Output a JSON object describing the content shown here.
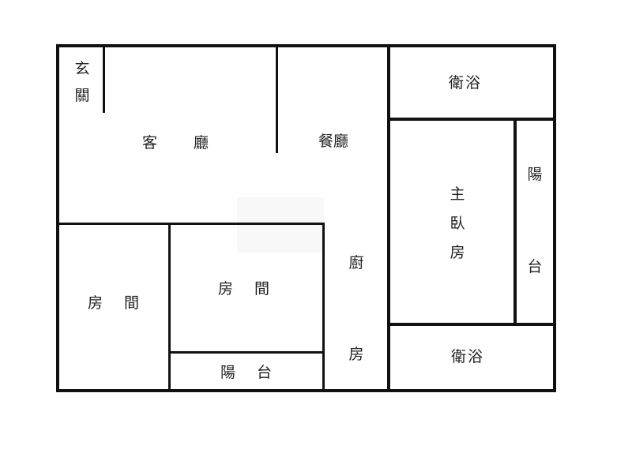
{
  "floor_plan": {
    "rooms": {
      "entrance": {
        "char1": "玄",
        "char2": "關"
      },
      "living_room": {
        "char1": "客",
        "char2": "廳"
      },
      "dining_room": {
        "label": "餐廳"
      },
      "bathroom_top": {
        "label": "衛浴"
      },
      "master_bedroom": {
        "char1": "主",
        "char2": "臥",
        "char3": "房"
      },
      "balcony_right": {
        "char1": "陽",
        "char2": "台"
      },
      "kitchen": {
        "char1": "廚",
        "char2": "房"
      },
      "bedroom_left": {
        "char1": "房",
        "char2": "間"
      },
      "bedroom_middle": {
        "char1": "房",
        "char2": "間"
      },
      "balcony_bottom": {
        "char1": "陽",
        "char2": "台"
      },
      "bathroom_bottom": {
        "label": "衛浴"
      }
    },
    "colors": {
      "wall": "#111111",
      "text": "#222222",
      "background": "#ffffff"
    }
  }
}
